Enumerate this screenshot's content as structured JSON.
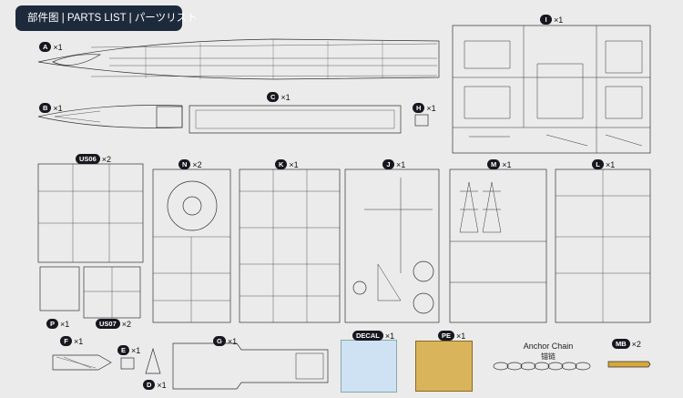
{
  "header": {
    "title": "部件图 | PARTS LIST | パーツリスト"
  },
  "labels": {
    "A": {
      "letter": "A",
      "qty": "×1"
    },
    "B": {
      "letter": "B",
      "qty": "×1"
    },
    "C": {
      "letter": "C",
      "qty": "×1"
    },
    "H": {
      "letter": "H",
      "qty": "×1"
    },
    "I": {
      "letter": "I",
      "qty": "×1"
    },
    "US06": {
      "letter": "US06",
      "qty": "×2"
    },
    "N": {
      "letter": "N",
      "qty": "×2"
    },
    "K": {
      "letter": "K",
      "qty": "×1"
    },
    "J": {
      "letter": "J",
      "qty": "×1"
    },
    "M": {
      "letter": "M",
      "qty": "×1"
    },
    "L": {
      "letter": "L",
      "qty": "×1"
    },
    "P": {
      "letter": "P",
      "qty": "×1"
    },
    "US07": {
      "letter": "US07",
      "qty": "×2"
    },
    "F": {
      "letter": "F",
      "qty": "×1"
    },
    "E": {
      "letter": "E",
      "qty": "×1"
    },
    "D": {
      "letter": "D",
      "qty": "×1"
    },
    "G": {
      "letter": "G",
      "qty": "×1"
    },
    "DECAL": {
      "letter": "DECAL",
      "qty": "×1"
    },
    "PE": {
      "letter": "PE",
      "qty": "×1"
    },
    "MB": {
      "letter": "MB",
      "qty": "×2"
    }
  },
  "anchor_chain": {
    "title": "Anchor Chain",
    "subtitle": "锚链"
  },
  "colors": {
    "badge": "#17171f",
    "header_bg": "#1d2a3c",
    "background": "#ebebeb",
    "decal": "#cfe2f3",
    "photo_etch": "#d9b45a"
  }
}
